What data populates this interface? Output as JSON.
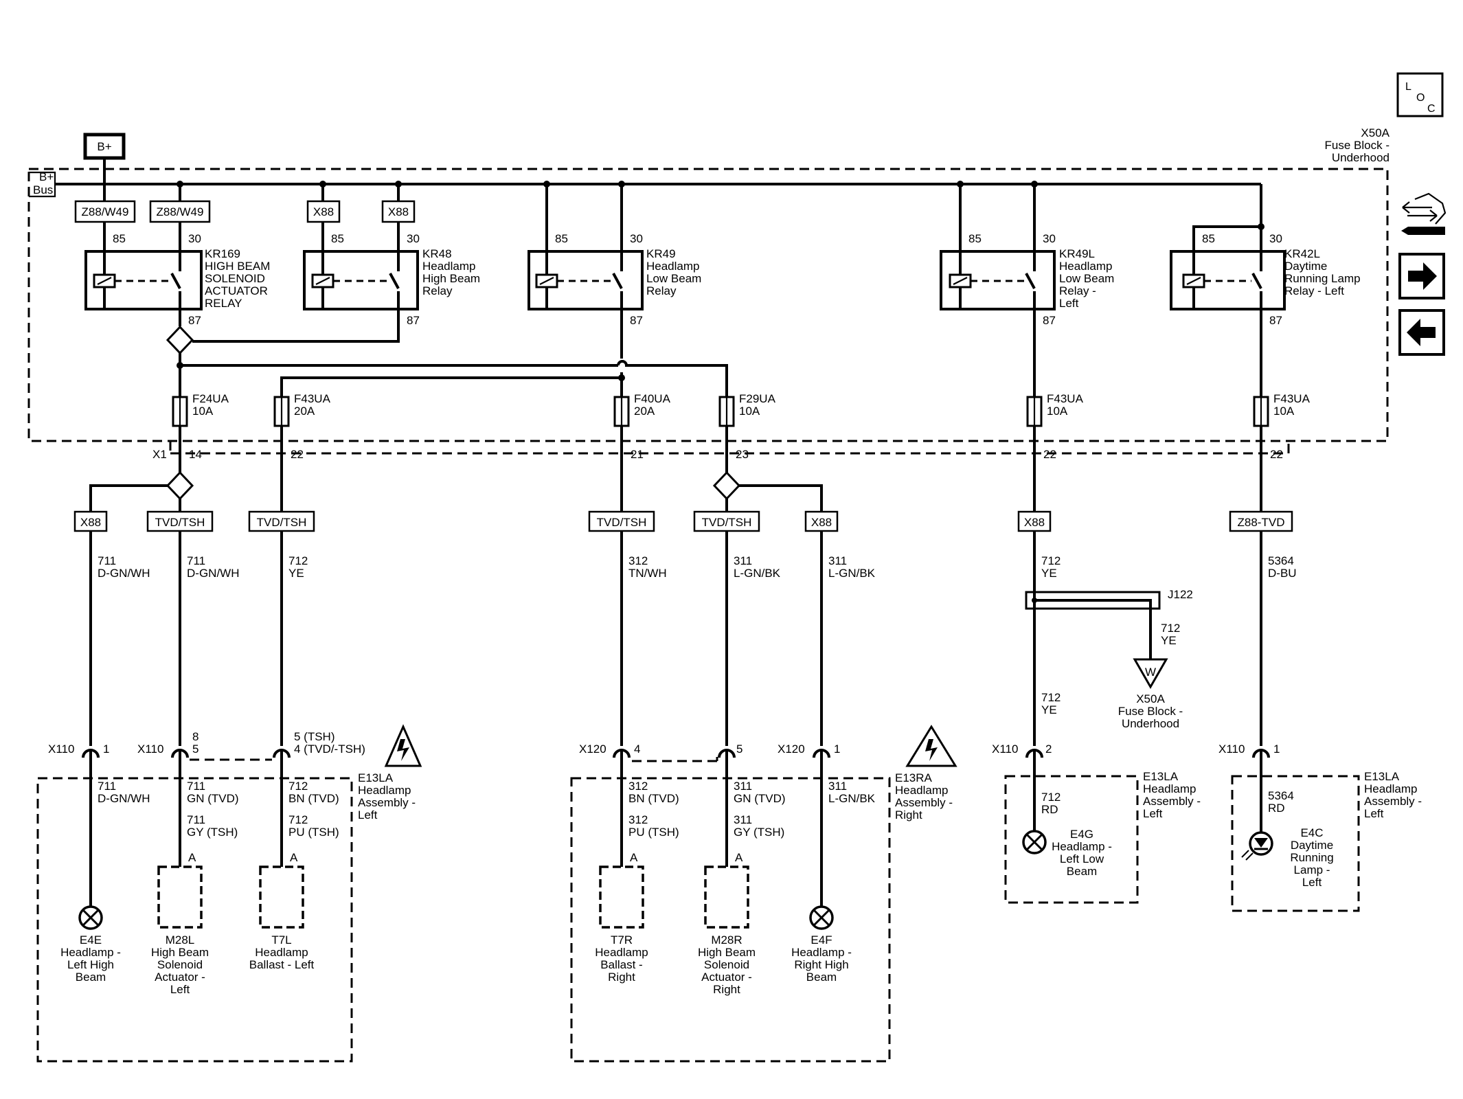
{
  "loc_button": {
    "l": "L",
    "o": "O",
    "c": "C"
  },
  "b_plus_label": "B+",
  "bus_label": {
    "line1": "B+",
    "line2": "Bus"
  },
  "fuse_block": {
    "id": "X50A",
    "line1": "Fuse Block -",
    "line2": "Underhood"
  },
  "connectors": {
    "c1": "Z88/W49",
    "c2": "Z88/W49",
    "c3": "X88",
    "c4": "X88"
  },
  "relays": [
    {
      "pin85": "85",
      "pin30": "30",
      "pin87": "87",
      "lines": [
        "KR169",
        "HIGH BEAM",
        "SOLENOID",
        "ACTUATOR",
        "RELAY"
      ]
    },
    {
      "pin85": "85",
      "pin30": "30",
      "pin87": "87",
      "lines": [
        "KR48",
        "Headlamp",
        "High Beam",
        "Relay"
      ]
    },
    {
      "pin85": "85",
      "pin30": "30",
      "pin87": "87",
      "lines": [
        "KR49",
        "Headlamp",
        "Low Beam",
        "Relay"
      ]
    },
    {
      "pin85": "85",
      "pin30": "30",
      "pin87": "87",
      "lines": [
        "KR49L",
        "Headlamp",
        "Low Beam",
        "Relay -",
        "Left"
      ]
    },
    {
      "pin85": "85",
      "pin30": "30",
      "pin87": "87",
      "lines": [
        "KR42L",
        "Daytime",
        "Running Lamp",
        "Relay - Left"
      ]
    }
  ],
  "fuses": [
    {
      "name": "F24UA",
      "rating": "10A",
      "pin": "14"
    },
    {
      "name": "F43UA",
      "rating": "20A",
      "pin": "22"
    },
    {
      "name": "F40UA",
      "rating": "20A",
      "pin": "21"
    },
    {
      "name": "F29UA",
      "rating": "10A",
      "pin": "23"
    },
    {
      "name": "F43UA",
      "rating": "10A",
      "pin": "22"
    },
    {
      "name": "F43UA",
      "rating": "10A",
      "pin": "22"
    }
  ],
  "x1_label": "X1",
  "option_tags": [
    "X88",
    "TVD/TSH",
    "TVD/TSH",
    "TVD/TSH",
    "TVD/TSH",
    "X88",
    "X88",
    "Z88-TVD"
  ],
  "wires": [
    {
      "circuit": "711",
      "color": "D-GN/WH"
    },
    {
      "circuit": "711",
      "color": "D-GN/WH"
    },
    {
      "circuit": "712",
      "color": "YE"
    },
    {
      "circuit": "312",
      "color": "TN/WH"
    },
    {
      "circuit": "311",
      "color": "L-GN/BK"
    },
    {
      "circuit": "311",
      "color": "L-GN/BK"
    },
    {
      "circuit": "712",
      "color": "YE"
    },
    {
      "circuit": "5364",
      "color": "D-BU"
    }
  ],
  "splice": {
    "id": "J122",
    "circuit": "712",
    "color": "YE",
    "wire_below": {
      "circuit": "712",
      "color": "YE"
    },
    "ground_letter": "W",
    "dest": {
      "id": "X50A",
      "line1": "Fuse Block -",
      "line2": "Underhood"
    }
  },
  "inline_connectors": [
    {
      "id": "X110",
      "pin": "1"
    },
    {
      "id": "X110",
      "pin": "8",
      "pin2": "5"
    },
    {
      "pin": "5 (TSH)",
      "pin2": "4 (TVD/-TSH)"
    },
    {
      "id": "X120",
      "pin": "4"
    },
    {
      "pin": "5"
    },
    {
      "id": "X120",
      "pin": "1"
    },
    {
      "id": "X110",
      "pin": "2"
    },
    {
      "id": "X110",
      "pin": "1"
    }
  ],
  "assemblies": [
    {
      "lines": [
        "E13LA",
        "Headlamp",
        "Assembly -",
        "Left"
      ]
    },
    {
      "lines": [
        "E13RA",
        "Headlamp",
        "Assembly -",
        "Right"
      ]
    },
    {
      "lines": [
        "E13LA",
        "Headlamp",
        "Assembly -",
        "Left"
      ]
    },
    {
      "lines": [
        "E13LA",
        "Headlamp",
        "Assembly -",
        "Left"
      ]
    }
  ],
  "inner_wires": {
    "a1": {
      "circuit": "711",
      "color": "D-GN/WH"
    },
    "a2a": {
      "circuit": "711",
      "color": "GN  (TVD)"
    },
    "a2b": {
      "circuit": "711",
      "color": "GY  (TSH)"
    },
    "a3a": {
      "circuit": "712",
      "color": "BN  (TVD)"
    },
    "a3b": {
      "circuit": "712",
      "color": "PU  (TSH)"
    },
    "b1a": {
      "circuit": "312",
      "color": "BN  (TVD)"
    },
    "b1b": {
      "circuit": "312",
      "color": "PU  (TSH)"
    },
    "b2a": {
      "circuit": "311",
      "color": "GN  (TVD)"
    },
    "b2b": {
      "circuit": "311",
      "color": "GY  (TSH)"
    },
    "b3": {
      "circuit": "311",
      "color": "L-GN/BK"
    },
    "c1": {
      "circuit": "712",
      "color": "RD"
    },
    "d1": {
      "circuit": "5364",
      "color": "RD"
    }
  },
  "pin_a": "A",
  "components": [
    {
      "lines": [
        "E4E",
        "Headlamp -",
        "Left High",
        "Beam"
      ]
    },
    {
      "lines": [
        "M28L",
        "High Beam",
        "Solenoid",
        "Actuator -",
        "Left"
      ]
    },
    {
      "lines": [
        "T7L",
        "Headlamp",
        "Ballast - Left"
      ]
    },
    {
      "lines": [
        "T7R",
        "Headlamp",
        "Ballast -",
        "Right"
      ]
    },
    {
      "lines": [
        "M28R",
        "High Beam",
        "Solenoid",
        "Actuator -",
        "Right"
      ]
    },
    {
      "lines": [
        "E4F",
        "Headlamp -",
        "Right High",
        "Beam"
      ]
    },
    {
      "lines": [
        "E4G",
        "Headlamp -",
        "Left Low",
        "Beam"
      ]
    },
    {
      "lines": [
        "E4C",
        "Daytime",
        "Running",
        "Lamp -",
        "Left"
      ]
    }
  ],
  "nav_icons": [
    "harness-icon",
    "arrow-right-icon",
    "arrow-left-icon"
  ]
}
